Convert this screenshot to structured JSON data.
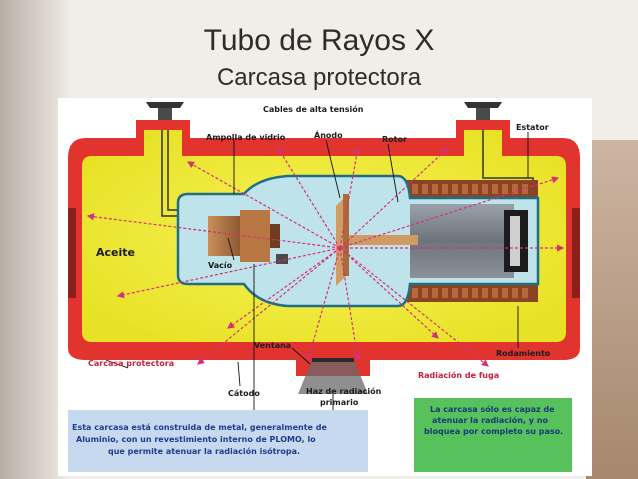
{
  "slide": {
    "title": "Tubo de Rayos X",
    "subtitle": "Carcasa protectora"
  },
  "labels": {
    "cables": "Cables de alta tensión",
    "ampolla": "Ampolla de vidrio",
    "anodo": "Ánodo",
    "rotor": "Rotor",
    "estator": "Estator",
    "aceite": "Aceite",
    "vacio": "Vacío",
    "ventana": "Ventana",
    "rodamiento": "Rodamiento",
    "carcasa": "Carcasa protectora",
    "fuga": "Radiación de fuga",
    "catodo": "Cátodo",
    "haz_line1": "Haz de radiación",
    "haz_line2": "primario"
  },
  "notes": {
    "left": [
      "Esta carcasa está construida de metal, generalmente de",
      "Aluminio, con un revestimiento interno de PLOMO, lo",
      "que permite atenuar la radiación isótropa."
    ],
    "right": [
      "La carcasa sólo es capaz de",
      "atenuar la radiación, y no",
      "bloquea por completo su paso."
    ]
  },
  "colors": {
    "housing": "#e2342f",
    "oil": "#f3ea3c",
    "glass": "#bfe3ea",
    "coil": "#8a4422",
    "rotor": "#7d848c",
    "radiation": "#d6307a",
    "note_left_bg": "#c7d9ee",
    "note_left_text": "#1c3d8f",
    "note_right_bg": "#57c15b",
    "note_right_text": "#173b7a"
  },
  "icons": {
    "radiation_symbol": "radiation-hazard-icon"
  }
}
